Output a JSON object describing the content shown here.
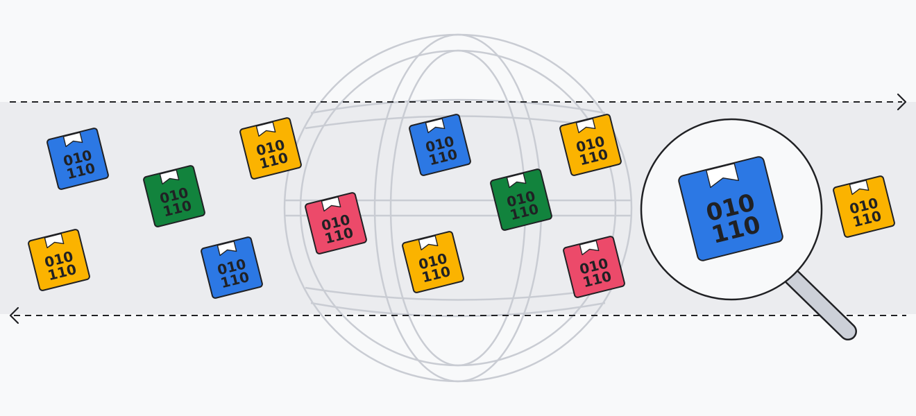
{
  "colors": {
    "background": "#f8f9fa",
    "band": "#ebecef",
    "globe_stroke": "#c9ccd3",
    "arrow": "#202124",
    "outline": "#202124",
    "blue": "#2c78e4",
    "green": "#12833d",
    "yellow": "#fbb300",
    "red": "#ec4a6a",
    "label_tab": "#ffffff",
    "handle": "#ccd0d8"
  },
  "packets": [
    {
      "color": "blue",
      "line1": "010",
      "line2": "110"
    },
    {
      "color": "green",
      "line1": "010",
      "line2": "110"
    },
    {
      "color": "yellow",
      "line1": "010",
      "line2": "110"
    },
    {
      "color": "yellow",
      "line1": "010",
      "line2": "110"
    },
    {
      "color": "blue",
      "line1": "010",
      "line2": "110"
    },
    {
      "color": "red",
      "line1": "010",
      "line2": "110"
    },
    {
      "color": "blue",
      "line1": "010",
      "line2": "110"
    },
    {
      "color": "yellow",
      "line1": "010",
      "line2": "110"
    },
    {
      "color": "yellow",
      "line1": "010",
      "line2": "110"
    },
    {
      "color": "green",
      "line1": "010",
      "line2": "110"
    },
    {
      "color": "red",
      "line1": "010",
      "line2": "110"
    },
    {
      "color": "yellow",
      "line1": "010",
      "line2": "110"
    }
  ],
  "inspected_packet": {
    "color": "blue",
    "line1": "010",
    "line2": "110"
  },
  "icons": [
    "globe-icon",
    "magnifying-glass-icon",
    "arrow-right-icon",
    "arrow-left-icon",
    "data-packet-icon"
  ]
}
